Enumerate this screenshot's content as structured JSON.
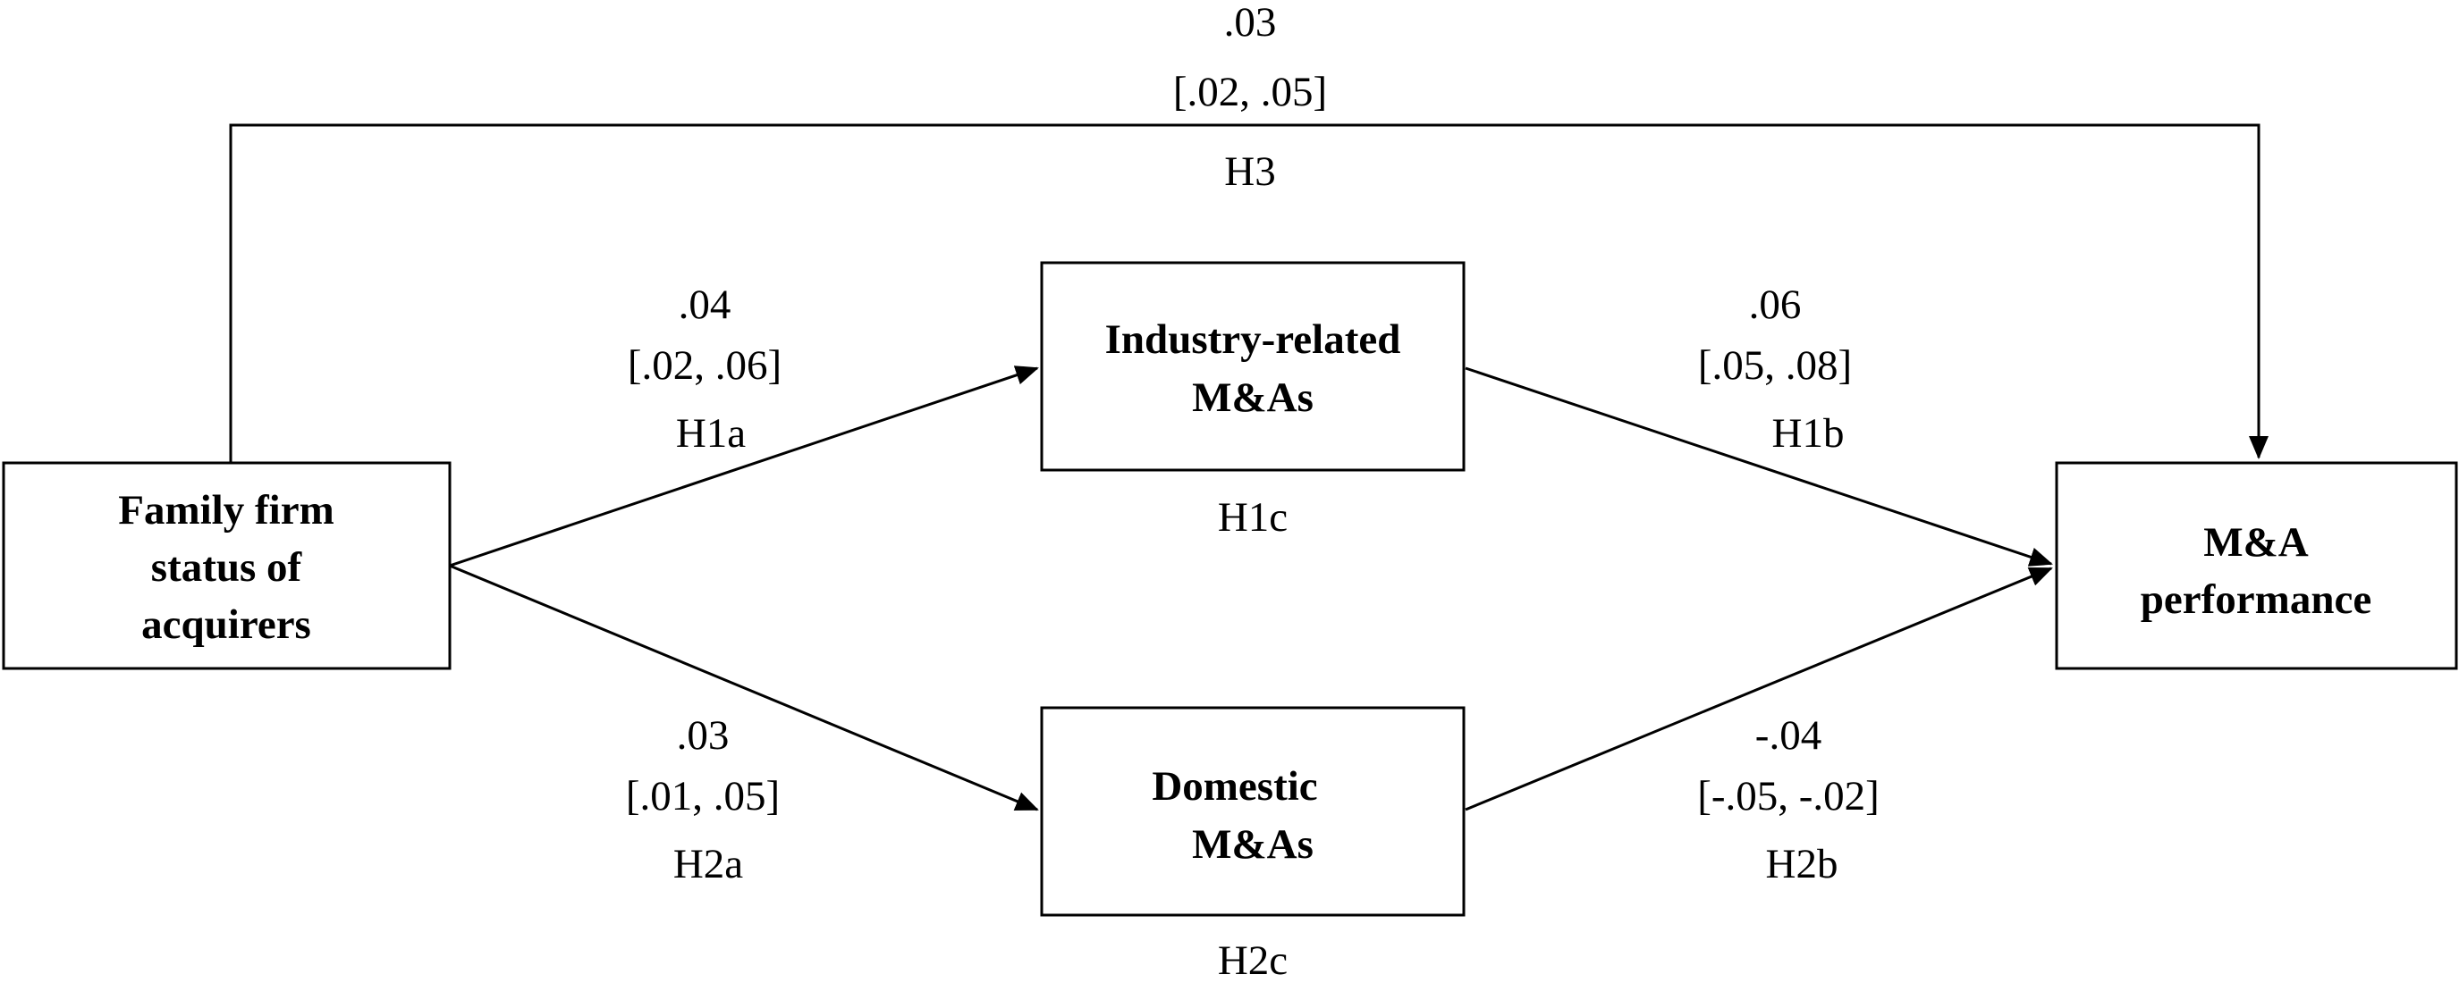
{
  "nodes": {
    "family_firm": {
      "lines": [
        "Family firm",
        "status of",
        "acquirers"
      ]
    },
    "industry_related": {
      "lines": [
        "Industry-related",
        "M&As"
      ]
    },
    "domestic": {
      "lines": [
        "Domestic",
        "M&As"
      ]
    },
    "performance": {
      "lines": [
        "M&A",
        "performance"
      ]
    }
  },
  "paths": {
    "h3": {
      "coef": ".03",
      "ci": "[.02, .05]",
      "hyp": "H3"
    },
    "h1a": {
      "coef": ".04",
      "ci": "[.02, .06]",
      "hyp": "H1a"
    },
    "h1b": {
      "coef": ".06",
      "ci": "[.05, .08]",
      "hyp": "H1b"
    },
    "h1c": {
      "hyp": "H1c"
    },
    "h2a": {
      "coef": ".03",
      "ci": "[.01, .05]",
      "hyp": "H2a"
    },
    "h2b": {
      "coef": "-.04",
      "ci": "[-.05, -.02]",
      "hyp": "H2b"
    },
    "h2c": {
      "hyp": "H2c"
    }
  },
  "colors": {
    "stroke": "#000000",
    "background": "#ffffff",
    "text": "#000000"
  }
}
